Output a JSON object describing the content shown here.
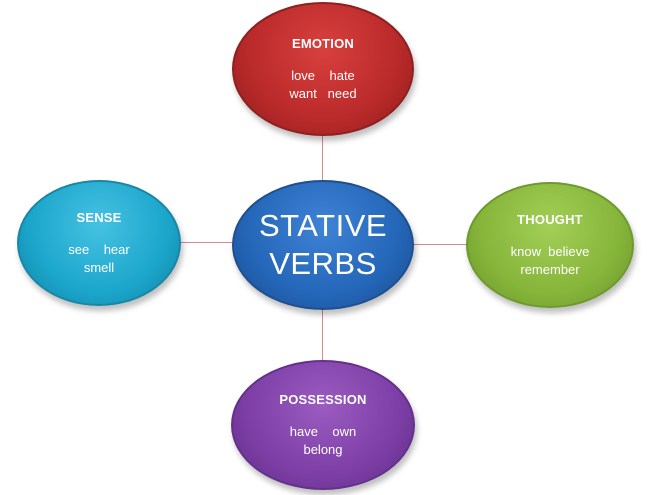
{
  "center": {
    "title": "STATIVE\nVERBS"
  },
  "nodes": {
    "emotion": {
      "title": "EMOTION",
      "words": "love    hate\nwant   need"
    },
    "sense": {
      "title": "SENSE",
      "words": "see    hear\nsmell"
    },
    "thought": {
      "title": "THOUGHT",
      "words": "know  believe\nremember"
    },
    "possession": {
      "title": "POSSESSION",
      "words": "have    own\nbelong"
    }
  },
  "colors": {
    "emotion": "#b92a2a",
    "sense": "#1ca6cc",
    "thought": "#86b53a",
    "possession": "#7d3fa6",
    "center": "#2466b8",
    "connector": "#d98a8a"
  }
}
